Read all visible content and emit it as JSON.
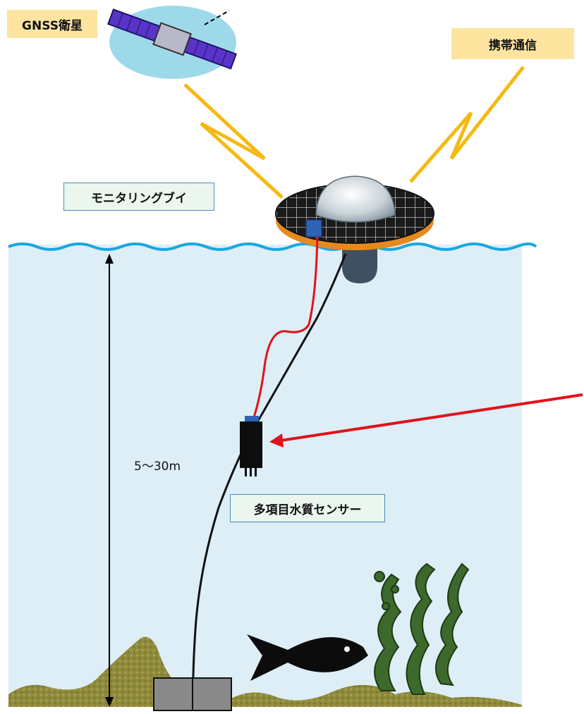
{
  "labels": {
    "gnss": "GNSS衛星",
    "cellular": "携帯通信",
    "buoy": "モニタリングブイ",
    "sensor": "多項目水質センサー",
    "depth": "5〜30m"
  },
  "colors": {
    "water": "#ddeef7",
    "wave": "#1aa7e0",
    "signal": "#f6b912",
    "red_cable": "#e1121b",
    "seabed": "#8f8a3c",
    "label_yellow": "#fde5a0",
    "label_teal_bg": "#eaf6ee",
    "label_teal_border": "#4a8fb6"
  }
}
